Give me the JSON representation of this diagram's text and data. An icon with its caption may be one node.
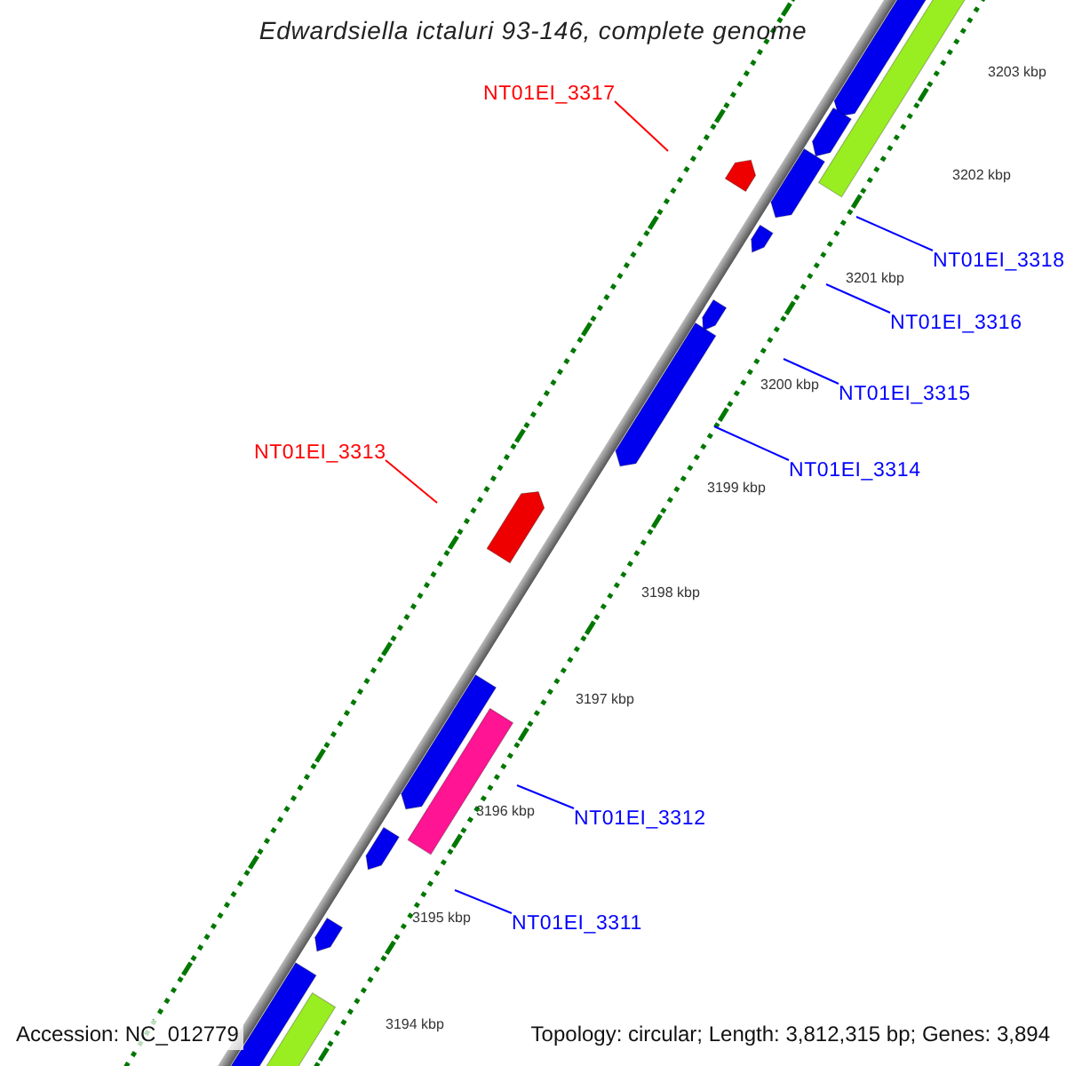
{
  "diagram": {
    "title": "Edwardsiella ictaluri 93-146, complete genome",
    "nodes": [
      {
        "text": [
          "NT01EI_3317"
        ]
      },
      {
        "text": [
          "NT01EI_3318"
        ]
      },
      {
        "text": [
          "NT01EI_3316"
        ]
      },
      {
        "text": [
          "NT01EI_3315"
        ]
      },
      {
        "text": [
          "NT01EI_3314"
        ]
      },
      {
        "text": [
          "NT01EI_3313"
        ]
      },
      {
        "text": [
          "NT01EI_3312"
        ]
      },
      {
        "text": [
          "NT01EI_3311"
        ]
      }
    ],
    "edges": [
      {
        "from": 0,
        "to": null,
        "arrow": "none",
        "color": "#ff0000"
      },
      {
        "from": 1,
        "to": null,
        "arrow": "none"
      },
      {
        "from": 2,
        "to": null,
        "arrow": "none"
      },
      {
        "from": 3,
        "to": null,
        "arrow": "none"
      },
      {
        "from": 4,
        "to": null,
        "arrow": "none"
      },
      {
        "from": 5,
        "to": null,
        "arrow": "none",
        "color": "#ff0000"
      },
      {
        "from": 6,
        "to": null,
        "arrow": "none"
      },
      {
        "from": 7,
        "to": null,
        "arrow": "none"
      }
    ],
    "labels": [
      "3203 kbp",
      "3202 kbp",
      "3201 kbp",
      "3200 kbp",
      "3199 kbp",
      "3198 kbp",
      "3197 kbp",
      "3196 kbp",
      "3195 kbp",
      "3194 kbp",
      "Accession: NC_012779",
      "Topology: circular; Length: 3,812,315 bp; Genes: 3,894"
    ]
  }
}
